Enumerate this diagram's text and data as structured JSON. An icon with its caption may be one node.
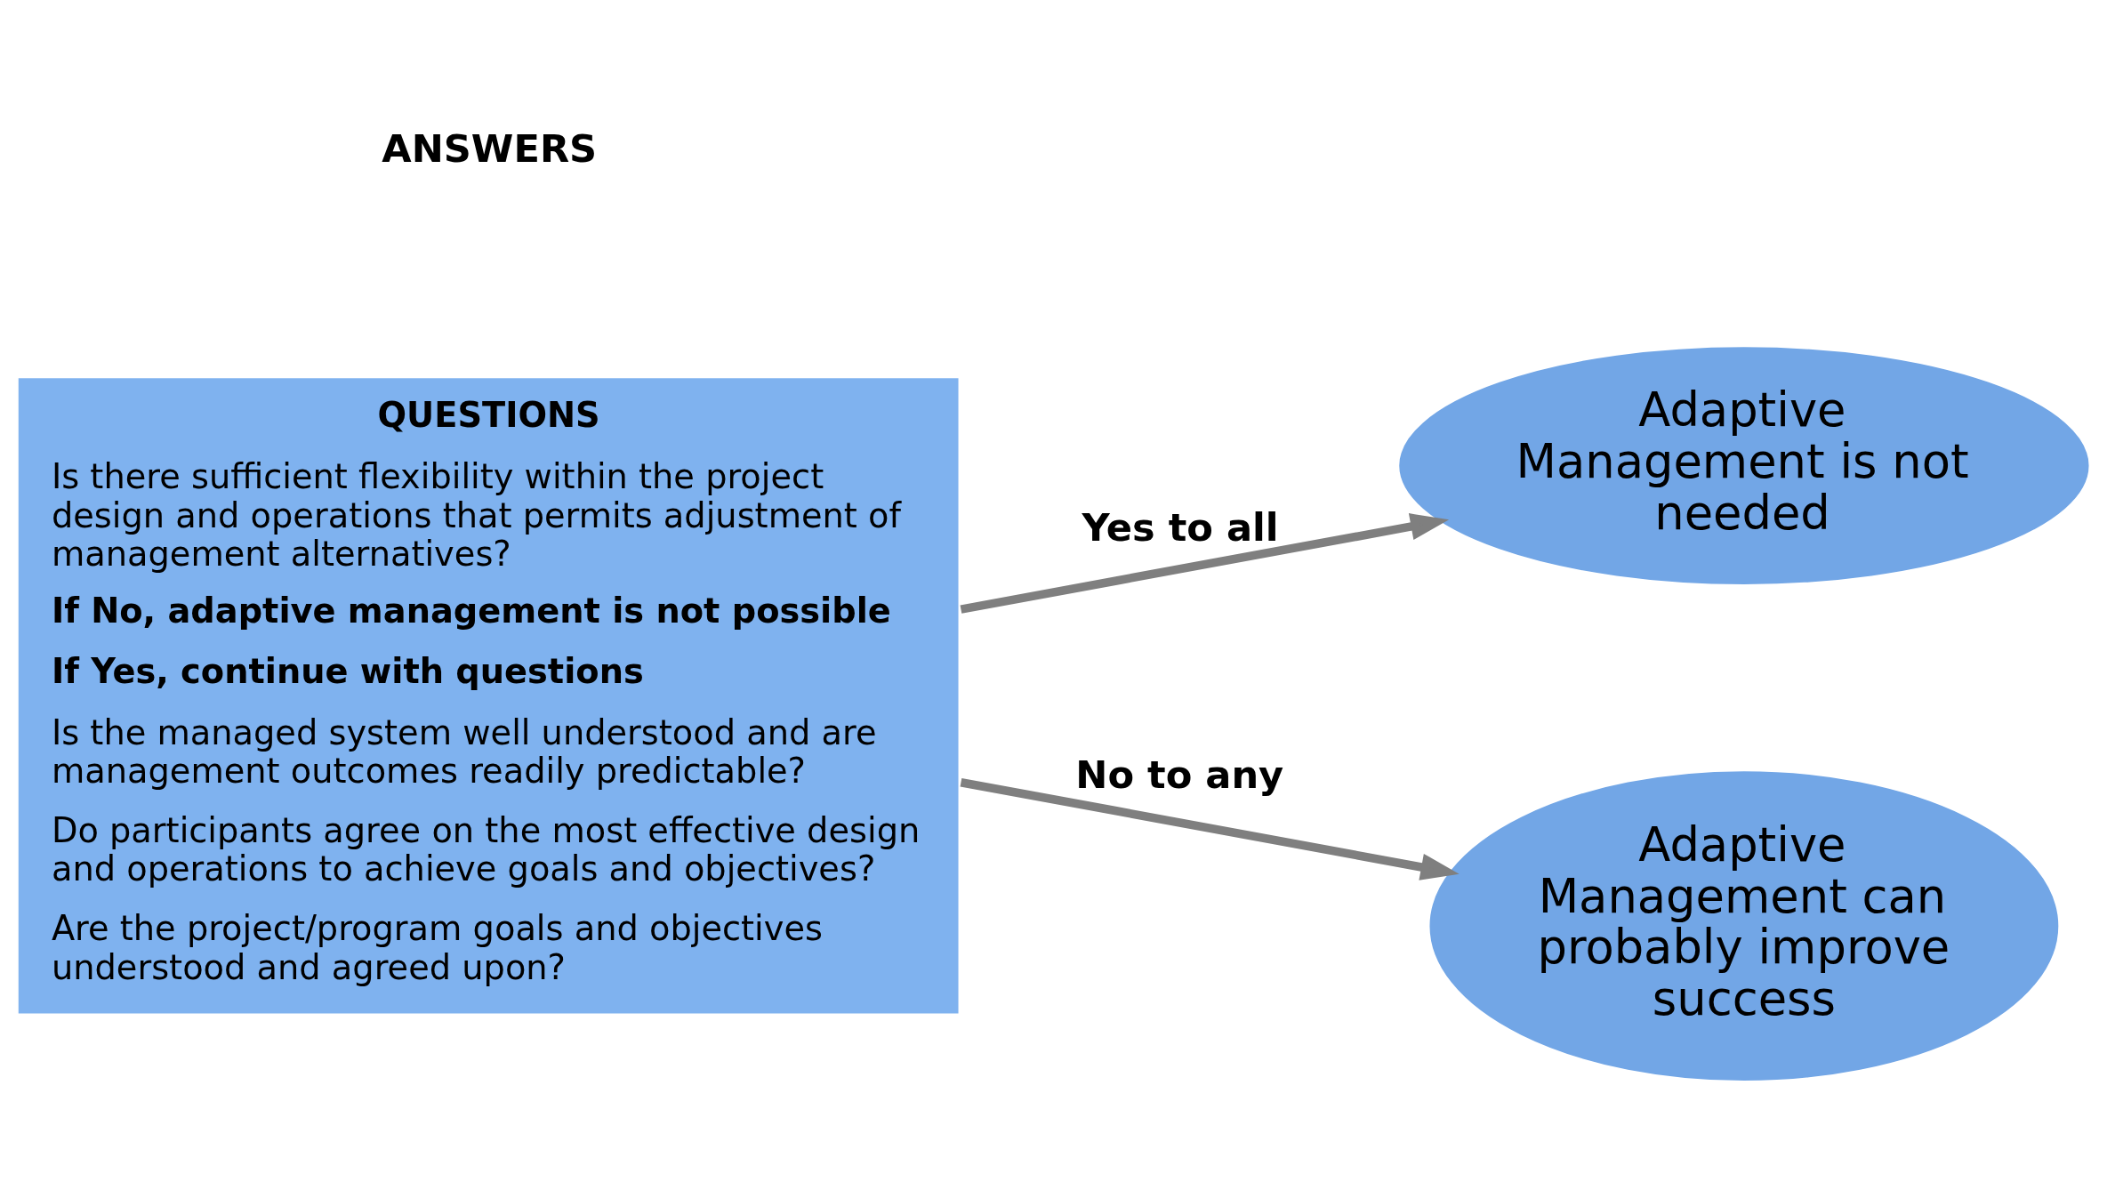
{
  "diagram": {
    "nodes": [
      {
        "text": [
          "QUESTIONS",
          "Is there sufficient flexibility within the project design and operations that permits adjustment of management alternatives?",
          "**If No, adaptive management is not possible**",
          "**If Yes, continue with questions**",
          "Is the managed system well understood and are management outcomes readily predictable?",
          "Do participants agree on the most effective design and operations to achieve goals and objectives?",
          "Are the project/program goals and objectives understood and agreed upon?"
        ]
      },
      {
        "text": [
          "Adaptive Management is not needed"
        ]
      },
      {
        "text": [
          "Adaptive Management can probably improve success"
        ]
      }
    ],
    "edges": [
      {
        "from": 0,
        "to": 1,
        "arrow": "to",
        "label": "Yes to all"
      },
      {
        "from": 0,
        "to": 2,
        "arrow": "to",
        "label": "No to any"
      }
    ],
    "labels": [
      "ANSWERS"
    ]
  }
}
